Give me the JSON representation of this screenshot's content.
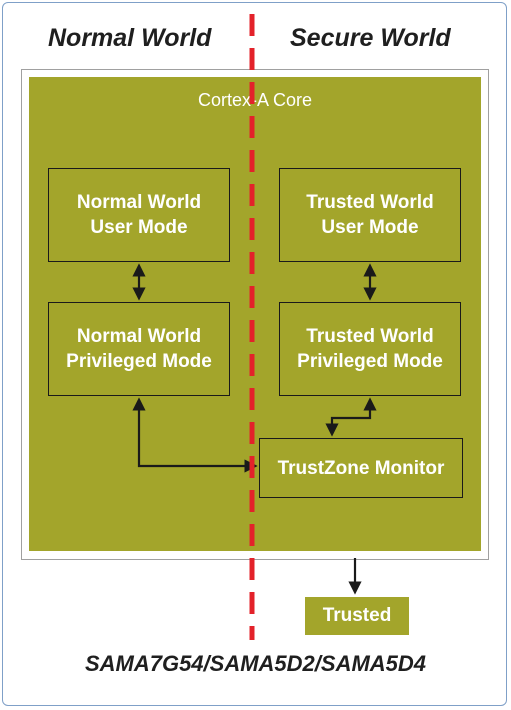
{
  "headings": {
    "normal_world": "Normal World",
    "secure_world": "Secure World"
  },
  "core": {
    "title": "Cortex-A Core"
  },
  "boxes": {
    "normal_user": [
      "Normal World",
      "User Mode"
    ],
    "trusted_user": [
      "Trusted World",
      "User Mode"
    ],
    "normal_privileged": [
      "Normal World",
      "Privileged Mode"
    ],
    "trusted_privileged": [
      "Trusted World",
      "Privileged Mode"
    ],
    "trustzone_monitor": "TrustZone Monitor",
    "trusted": "Trusted"
  },
  "footer": "SAMA7G54/SAMA5D2/SAMA5D4",
  "colors": {
    "core_fill": "#a3a52b",
    "divider": "#e3222a",
    "box_text": "#ffffff"
  }
}
